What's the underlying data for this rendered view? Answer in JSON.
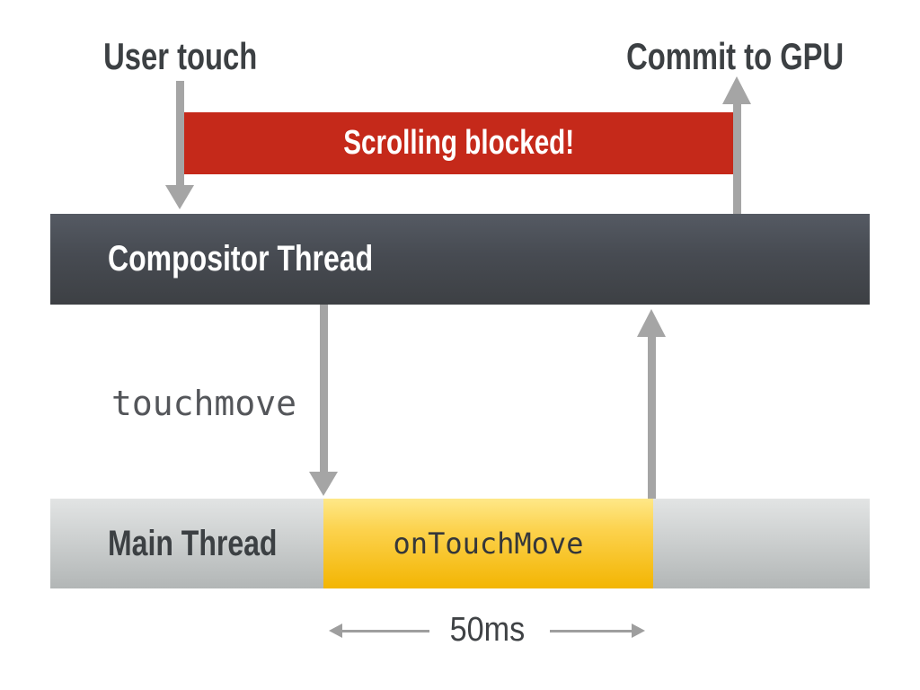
{
  "labels": {
    "user_touch": "User touch",
    "commit_to_gpu": "Commit to GPU",
    "scrolling_blocked": "Scrolling blocked!",
    "compositor_thread": "Compositor Thread",
    "touchmove": "touchmove",
    "main_thread": "Main Thread",
    "on_touch_move": "onTouchMove",
    "duration": "50ms"
  },
  "colors": {
    "background": "#ffffff",
    "heading_text": "#3c4043",
    "blocked_banner": "#c5291a",
    "banner_text": "#ffffff",
    "compositor_bar_top": "#555a63",
    "compositor_bar_bottom": "#3d4044",
    "main_bar_top": "#e2e4e4",
    "main_bar_bottom": "#b2b6b6",
    "task_yellow_top": "#fee888",
    "task_yellow_bottom": "#f3b502",
    "arrow_gray": "#a5a5a5"
  }
}
